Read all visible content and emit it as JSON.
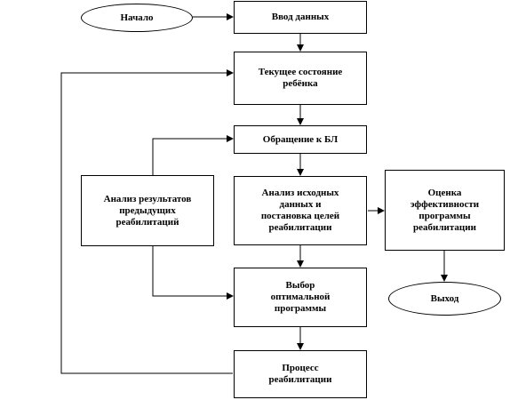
{
  "nodes": {
    "start": "Начало",
    "input": "Ввод данных",
    "current_state": "Текущее состояние\nребёнка",
    "kb_query": "Обращение к БЛ",
    "analysis_initial": "Анализ исходных\nданных и\nпостановка целей\nреабилитации",
    "analysis_previous": "Анализ результатов\nпредыдущих\nреабилитаций",
    "evaluation": "Оценка\nэффективности\nпрограммы\nреабилитации",
    "choose_program": "Выбор\nоптимальной\nпрограммы",
    "process": "Процесс\nреабилитации",
    "exit": "Выход"
  }
}
